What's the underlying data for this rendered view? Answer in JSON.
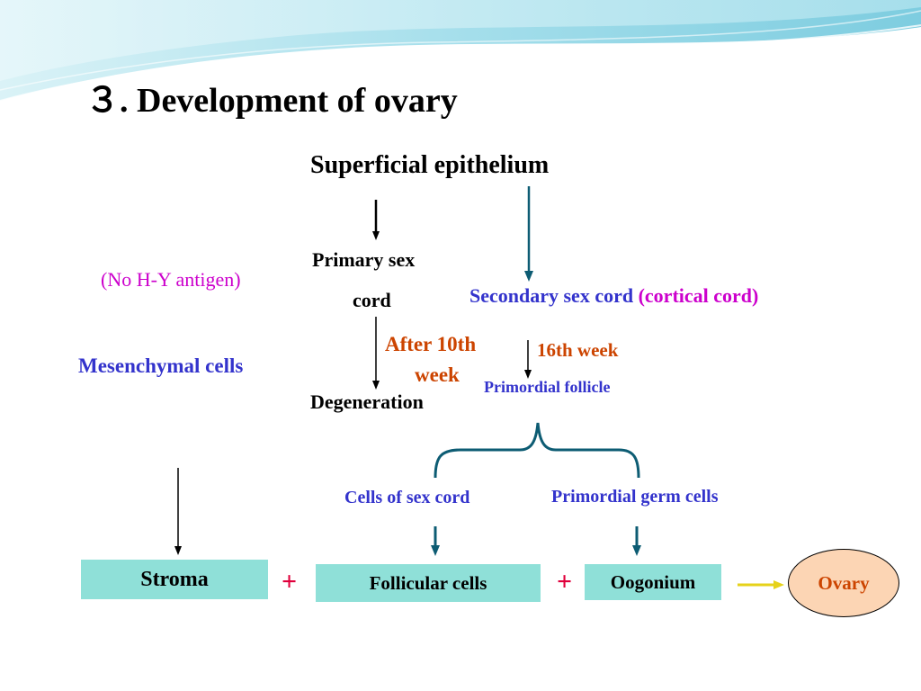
{
  "slide": {
    "title": "３. Development of ovary"
  },
  "labels": {
    "superficial_epithelium": "Superficial epithelium",
    "primary_sex_cord_line1": "Primary sex",
    "primary_sex_cord_line2": "cord",
    "no_hy_antigen": "(No H-Y antigen)",
    "secondary_sex_cord": "Secondary sex cord ",
    "cortical_cord": "(cortical cord)",
    "after_10th_week_line1": "After 10th",
    "after_10th_week_line2": "week",
    "week_16": "16th week",
    "mesenchymal_cells": "Mesenchymal cells",
    "degeneration": "Degeneration",
    "primordial_follicle": "Primordial follicle",
    "cells_of_sex_cord": "Cells of sex cord",
    "primordial_germ_cells": "Primordial germ cells"
  },
  "boxes": {
    "stroma": "Stroma",
    "follicular_cells": "Follicular cells",
    "oogonium": "Oogonium",
    "ovary": "Ovary"
  },
  "operators": {
    "plus_1": "+",
    "plus_2": "+"
  },
  "colors": {
    "blue_text": "#3333cc",
    "magenta_text": "#cc00cc",
    "orange_text": "#cc4400",
    "red_plus": "#e0003c",
    "box_fill": "#8fe0d8",
    "ovary_fill": "#fcd5b4",
    "teal_arrow": "#0d5c73",
    "yellow_arrow": "#e6d21a"
  }
}
